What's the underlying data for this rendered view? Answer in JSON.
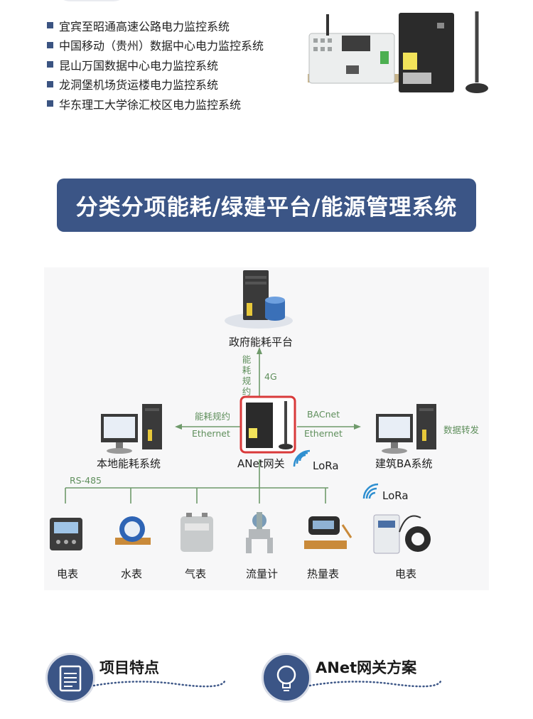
{
  "projects": [
    "宜宾至昭通高速公路电力监控系统",
    "中国移动（贵州）数据中心电力监控系统",
    "昆山万国数据中心电力监控系统",
    "龙洞堡机场货运楼电力监控系统",
    "华东理工大学徐汇校区电力监控系统"
  ],
  "banner": {
    "title": "分类分项能耗/绿建平台/能源管理系统"
  },
  "diagram": {
    "gov_platform": "政府能耗平台",
    "vertical_label": "能耗规约",
    "uplink_label": "4G",
    "local_system": "本地能耗系统",
    "left_link_top": "能耗规约",
    "left_link_bottom": "Ethernet",
    "gateway": "ANet网关",
    "right_link_top": "BACnet",
    "right_link_bottom": "Ethernet",
    "building_ba": "建筑BA系统",
    "forward_label": "数据转发",
    "rs485": "RS-485",
    "lora_gateway": "LoRa",
    "lora_meter": "LoRa",
    "devices": [
      "电表",
      "水表",
      "气表",
      "流量计",
      "热量表",
      "电表"
    ]
  },
  "sections": [
    {
      "title": "项目特点",
      "icon": "document-icon"
    },
    {
      "title": "ANet网关方案",
      "icon": "lightbulb-icon"
    }
  ],
  "colors": {
    "primary": "#3b5586",
    "line": "#6f9a6b",
    "highlight": "#d93a3a"
  }
}
